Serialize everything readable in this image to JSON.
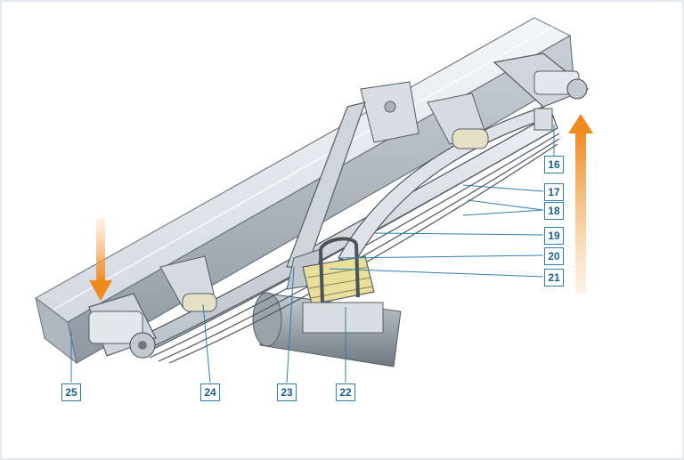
{
  "diagram": {
    "callouts": [
      {
        "id": "c16",
        "label": "16"
      },
      {
        "id": "c17",
        "label": "17"
      },
      {
        "id": "c18",
        "label": "18"
      },
      {
        "id": "c19",
        "label": "19"
      },
      {
        "id": "c20",
        "label": "20"
      },
      {
        "id": "c21",
        "label": "21"
      },
      {
        "id": "c22",
        "label": "22"
      },
      {
        "id": "c23",
        "label": "23"
      },
      {
        "id": "c24",
        "label": "24"
      },
      {
        "id": "c25",
        "label": "25"
      }
    ],
    "colors": {
      "frame_light": "#e9edf2",
      "frame_mid": "#c7ced6",
      "frame_dark": "#8d959e",
      "spring": "#d6dbe0",
      "spring_edge": "#4e555c",
      "pad": "#e8df9a",
      "arrow": "#f2a044",
      "leader": "#2d7fb0"
    }
  }
}
